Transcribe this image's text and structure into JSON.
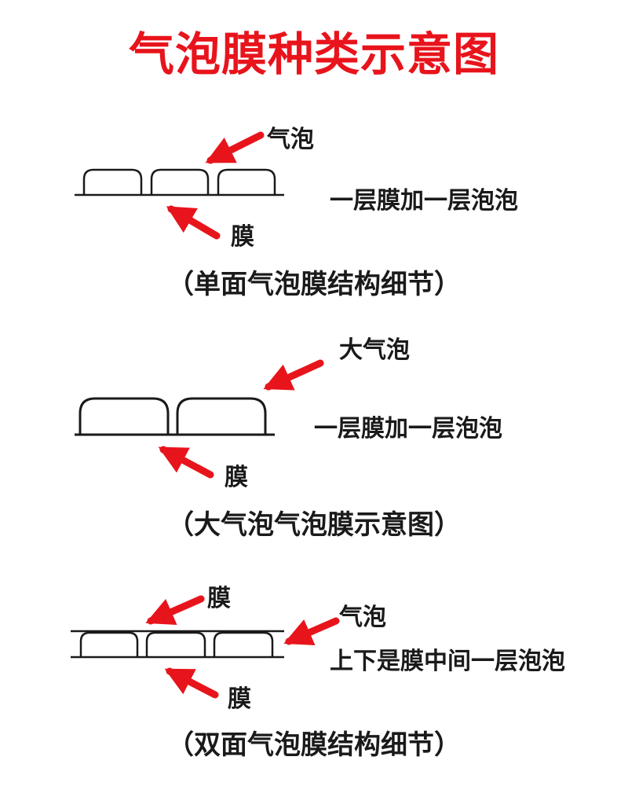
{
  "title": "气泡膜种类示意图",
  "colors": {
    "title": "#e8141c",
    "arrow": "#e8141c",
    "line": "#1a1a1a"
  },
  "sections": [
    {
      "bubble_label": "气泡",
      "film_label": "膜",
      "description": "一层膜加一层泡泡",
      "caption": "（单面气泡膜结构细节）"
    },
    {
      "bubble_label": "大气泡",
      "film_label": "膜",
      "description": "一层膜加一层泡泡",
      "caption": "（大气泡气泡膜示意图）"
    },
    {
      "top_film_label": "膜",
      "bubble_label": "气泡",
      "description": "上下是膜中间一层泡泡",
      "film_label": "膜",
      "caption": "（双面气泡膜结构细节）"
    }
  ]
}
